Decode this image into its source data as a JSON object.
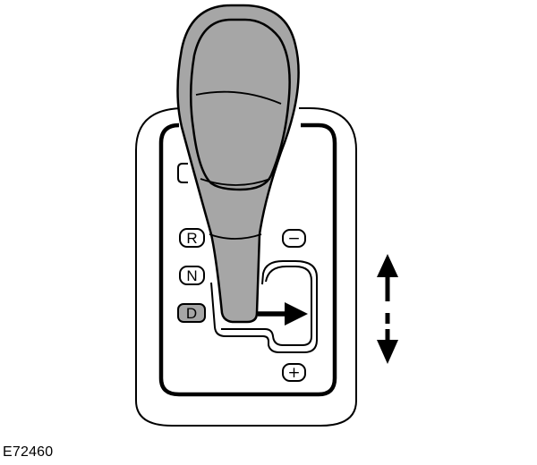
{
  "gate_labels": {
    "reverse": "R",
    "neutral": "N",
    "drive": "D"
  },
  "manual_labels": {
    "downshift": "−",
    "upshift": "+"
  },
  "figure_code": "E72460",
  "colors": {
    "line": "#000000",
    "background": "#ffffff",
    "lever": "#a6a6a6",
    "selected_position": "#a6a6a6"
  },
  "selected_position": "D"
}
